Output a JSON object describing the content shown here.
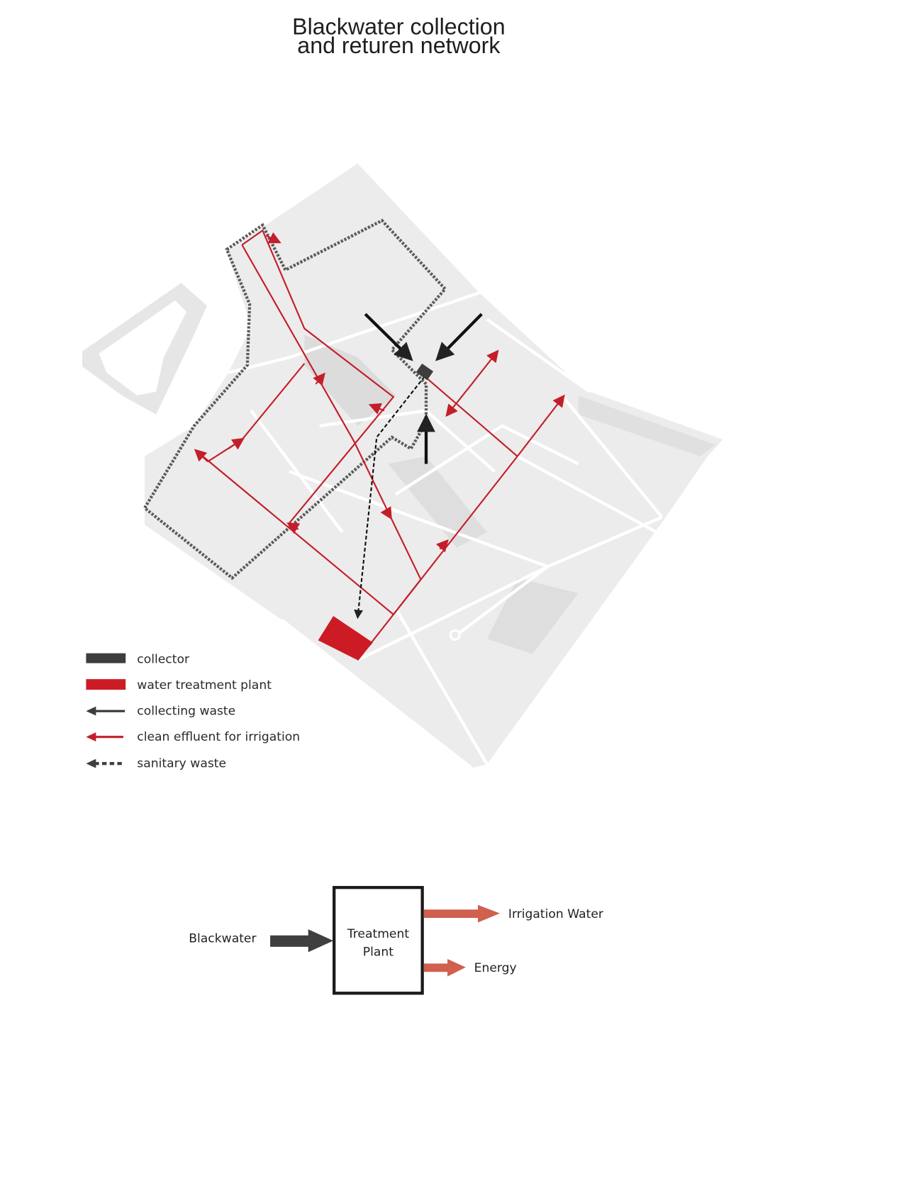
{
  "title": {
    "line1": "Blackwater collection",
    "line2": "and returen network"
  },
  "colors": {
    "collector": "#3d3d3d",
    "plant": "#cc1b24",
    "effluent": "#c41e2a",
    "flow_out": "#d0604f",
    "flow_in": "#3f3f3f",
    "map": "#ececec"
  },
  "legend": [
    {
      "icon": "collector-swatch",
      "label": "collector"
    },
    {
      "icon": "plant-swatch",
      "label": "water treatment plant"
    },
    {
      "icon": "dark-arrow-icon",
      "label": "collecting waste"
    },
    {
      "icon": "red-arrow-icon",
      "label": "clean effluent for irrigation"
    },
    {
      "icon": "dashed-arrow-icon",
      "label": "sanitary waste"
    }
  ],
  "flow": {
    "input": "Blackwater",
    "box_line1": "Treatment",
    "box_line2": "Plant",
    "output1": "Irrigation Water",
    "output2": "Energy"
  }
}
